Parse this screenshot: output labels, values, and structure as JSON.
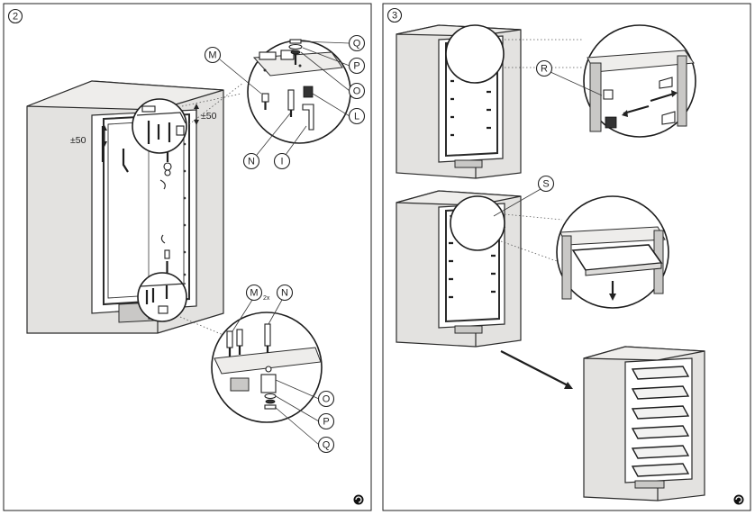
{
  "panels": [
    {
      "step": "2",
      "labels": {
        "M": "M",
        "Q": "Q",
        "P": "P",
        "O": "O",
        "L": "L",
        "N": "N",
        "I": "I",
        "adjust_left": "±50",
        "adjust_right": "±50",
        "bottom_M": "M",
        "bottom_M_qty": "2x",
        "bottom_N": "N",
        "bottom_O": "O",
        "bottom_P": "P",
        "bottom_Q": "Q"
      }
    },
    {
      "step": "3",
      "labels": {
        "R": "R",
        "S": "S"
      }
    }
  ],
  "colors": {
    "cabinet": "#e3e2e0",
    "cabinet_side": "#d2d1cf",
    "outline": "#2b2b2b"
  },
  "icons": [
    "page-continue-icon",
    "page-continue-icon"
  ]
}
